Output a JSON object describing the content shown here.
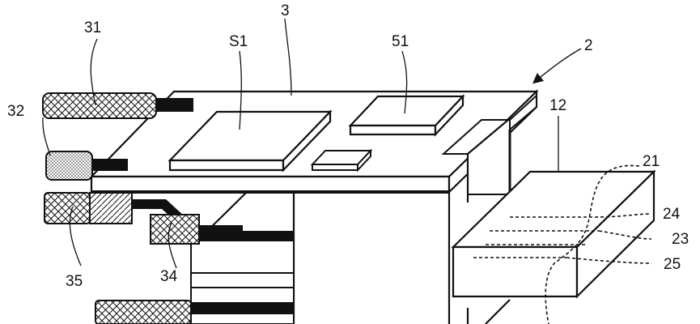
{
  "labels": {
    "l31": "31",
    "l3": "3",
    "lS1": "S1",
    "l51": "51",
    "l2": "2",
    "l12": "12",
    "l21": "21",
    "l32": "32",
    "l24": "24",
    "l23": "23",
    "l25": "25",
    "l35": "35",
    "l34": "34"
  }
}
